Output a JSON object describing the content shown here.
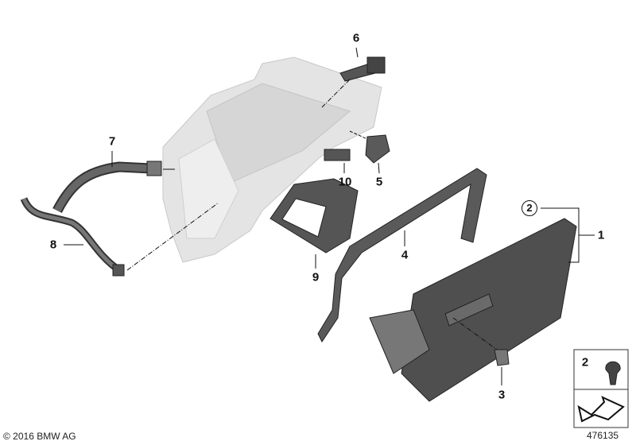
{
  "callouts": {
    "p1": "1",
    "p2": "2",
    "p3": "3",
    "p4": "4",
    "p5": "5",
    "p6": "6",
    "p7": "7",
    "p8": "8",
    "p9": "9",
    "p10": "10"
  },
  "inset": {
    "label": "2"
  },
  "footer": {
    "copyright": "© 2016 BMW AG",
    "diagram_number": "476135"
  },
  "colors": {
    "part_dark": "#4a4a4a",
    "housing_light": "#e2e2e2",
    "line": "#111111"
  }
}
